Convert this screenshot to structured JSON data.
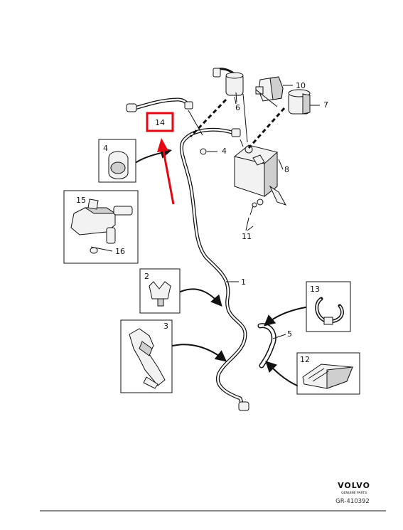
{
  "diagram": {
    "callouts": {
      "p1": "1",
      "p2": "2",
      "p3": "3",
      "p4a": "4",
      "p4b": "4",
      "p5": "5",
      "p6": "6",
      "p7": "7",
      "p8": "8",
      "p10": "10",
      "p11": "11",
      "p12": "12",
      "p13": "13",
      "p14": "14",
      "p15": "15",
      "p16": "16"
    },
    "highlight_color": "#e30613"
  },
  "footer": {
    "brand": "VOLVO",
    "brand_sub": "GENUINE PARTS",
    "code": "GR-410392"
  }
}
